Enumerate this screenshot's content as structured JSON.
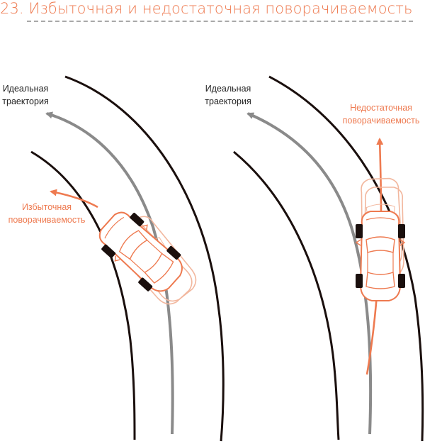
{
  "title": "23. Избыточная и недостаточная поворачиваемость",
  "labels": {
    "ideal_left_1": "Идеальная",
    "ideal_left_2": "траектория",
    "ideal_right_1": "Идеальная",
    "ideal_right_2": "траектория",
    "oversteer_1": "Избыточная",
    "oversteer_2": "поворачиваемость",
    "understeer_1": "Недостаточная",
    "understeer_2": "поворачиваемость"
  },
  "colors": {
    "accent": "#ee7a50",
    "road_edge": "#1a0f0d",
    "ideal_path": "#8a8a8a",
    "divider": "#a9a9a9"
  },
  "icons": [
    "car-icon",
    "arrow-icon"
  ]
}
